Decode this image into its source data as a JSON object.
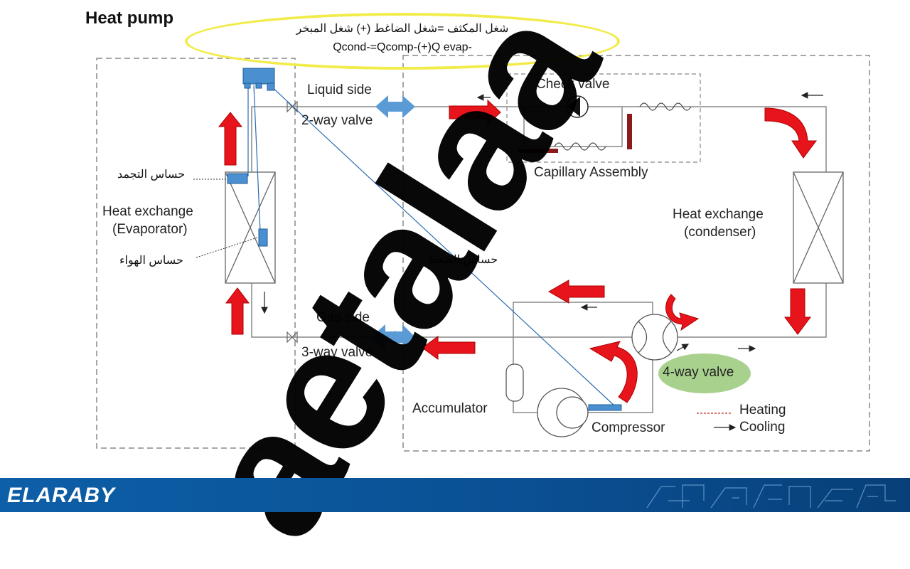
{
  "slide": {
    "title": "Heat pump",
    "equation_ar": "شغل المكثف =شغل الضاغط (+) شغل المبخر",
    "equation_en": "Qcond-=Qcomp-(+)Q evap-",
    "watermark": "aetalaa",
    "brand": "ELARABY"
  },
  "labels": {
    "liquid_side": "Liquid side",
    "two_way_valve": "2-way valve",
    "gas_side": "Gas side",
    "three_way_valve": "3-way valve",
    "check_valve": "Check valve",
    "capillary_assembly": "Capillary Assembly",
    "evaporator_line1": "Heat exchange",
    "evaporator_line2": "(Evaporator)",
    "condenser_line1": "Heat exchange",
    "condenser_line2": "(condenser)",
    "accumulator": "Accumulator",
    "compressor": "Compressor",
    "four_way_valve": "4-way valve",
    "legend_heating": "Heating",
    "legend_cooling": "Cooling",
    "sensor_freeze": "حساس التجمد",
    "sensor_air": "حساس الهواء",
    "sensor_pressure": "حساس الضغط"
  },
  "colors": {
    "flow_arrow": "#e8141b",
    "valve_blue": "#5b9bd5",
    "sensor_blue": "#4a8fd0",
    "highlight_oval": "#f2ec4a",
    "four_way_bg": "#a9d18e",
    "footer_bg": "#0a4f92"
  }
}
